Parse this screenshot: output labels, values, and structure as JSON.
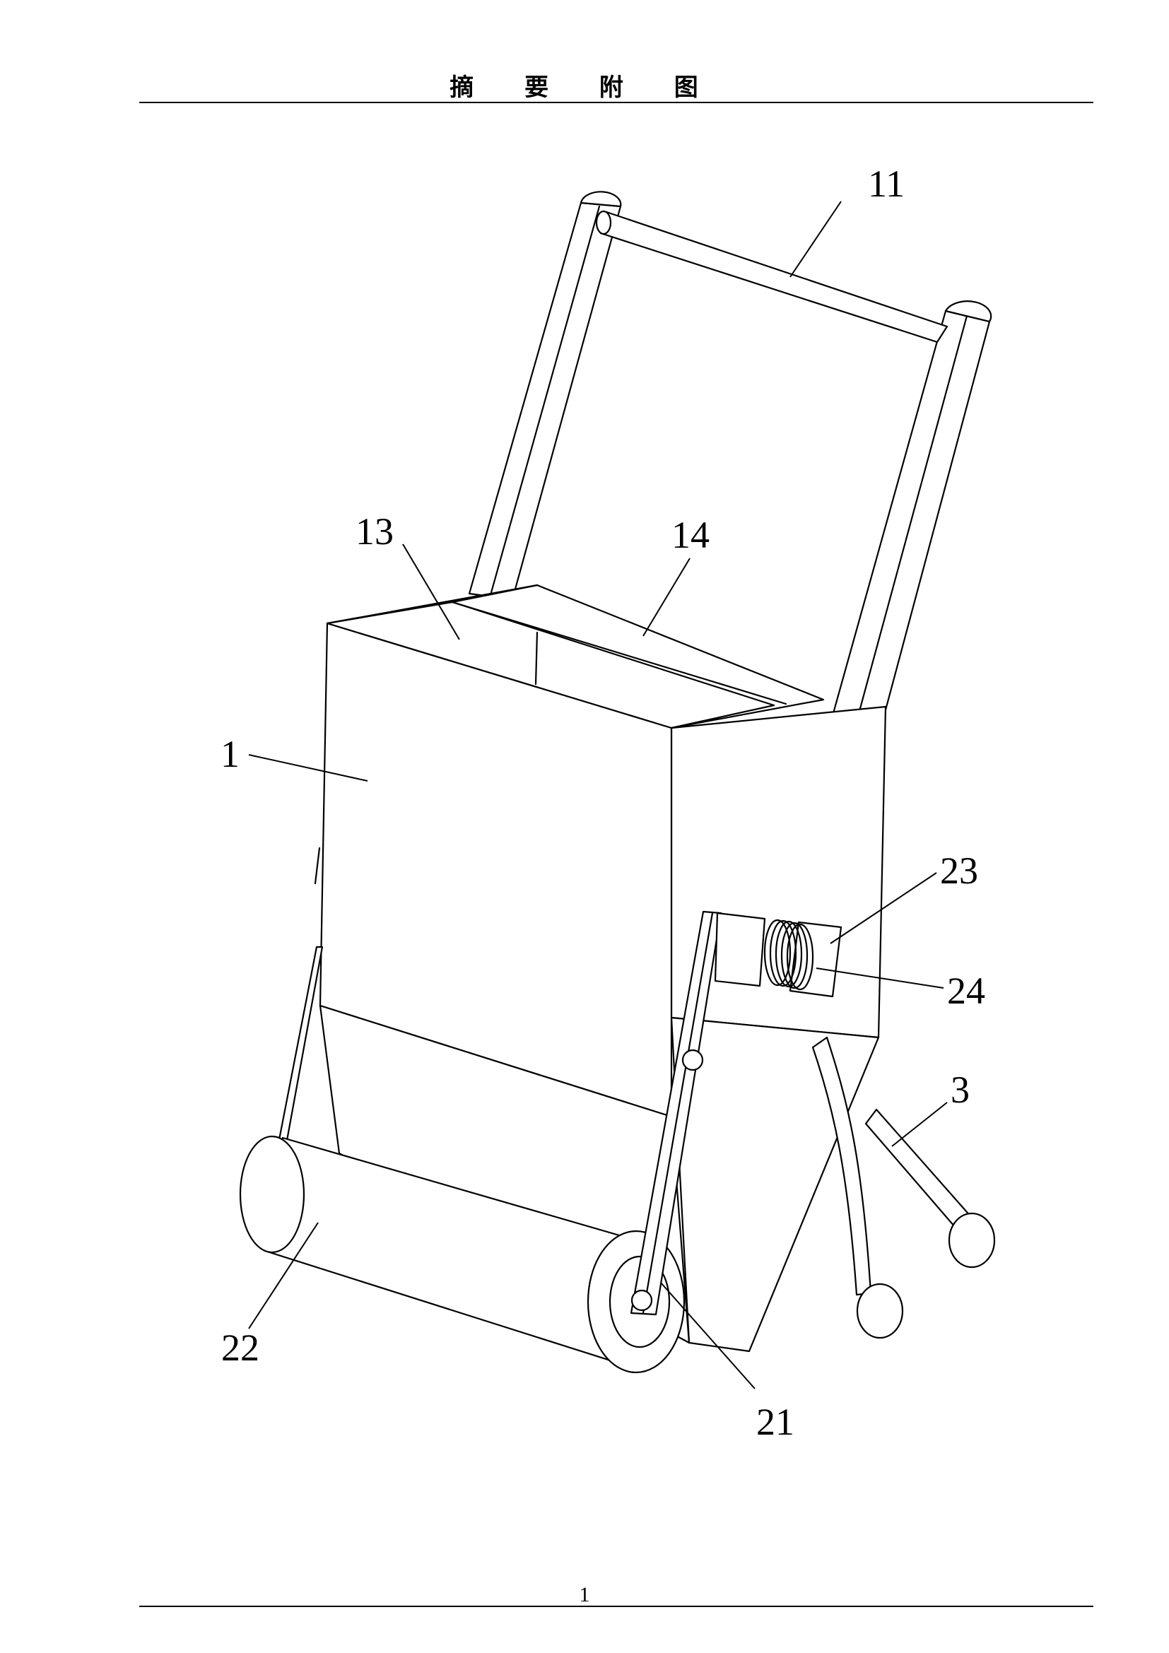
{
  "header": {
    "title": "摘 要 附 图"
  },
  "footer": {
    "page_number": "1"
  },
  "labels": {
    "handle": "11",
    "compartment_left": "13",
    "compartment_right": "14",
    "body": "1",
    "spring_seat": "23",
    "spring": "24",
    "foot": "3",
    "roller": "22",
    "roller_arm": "21"
  }
}
